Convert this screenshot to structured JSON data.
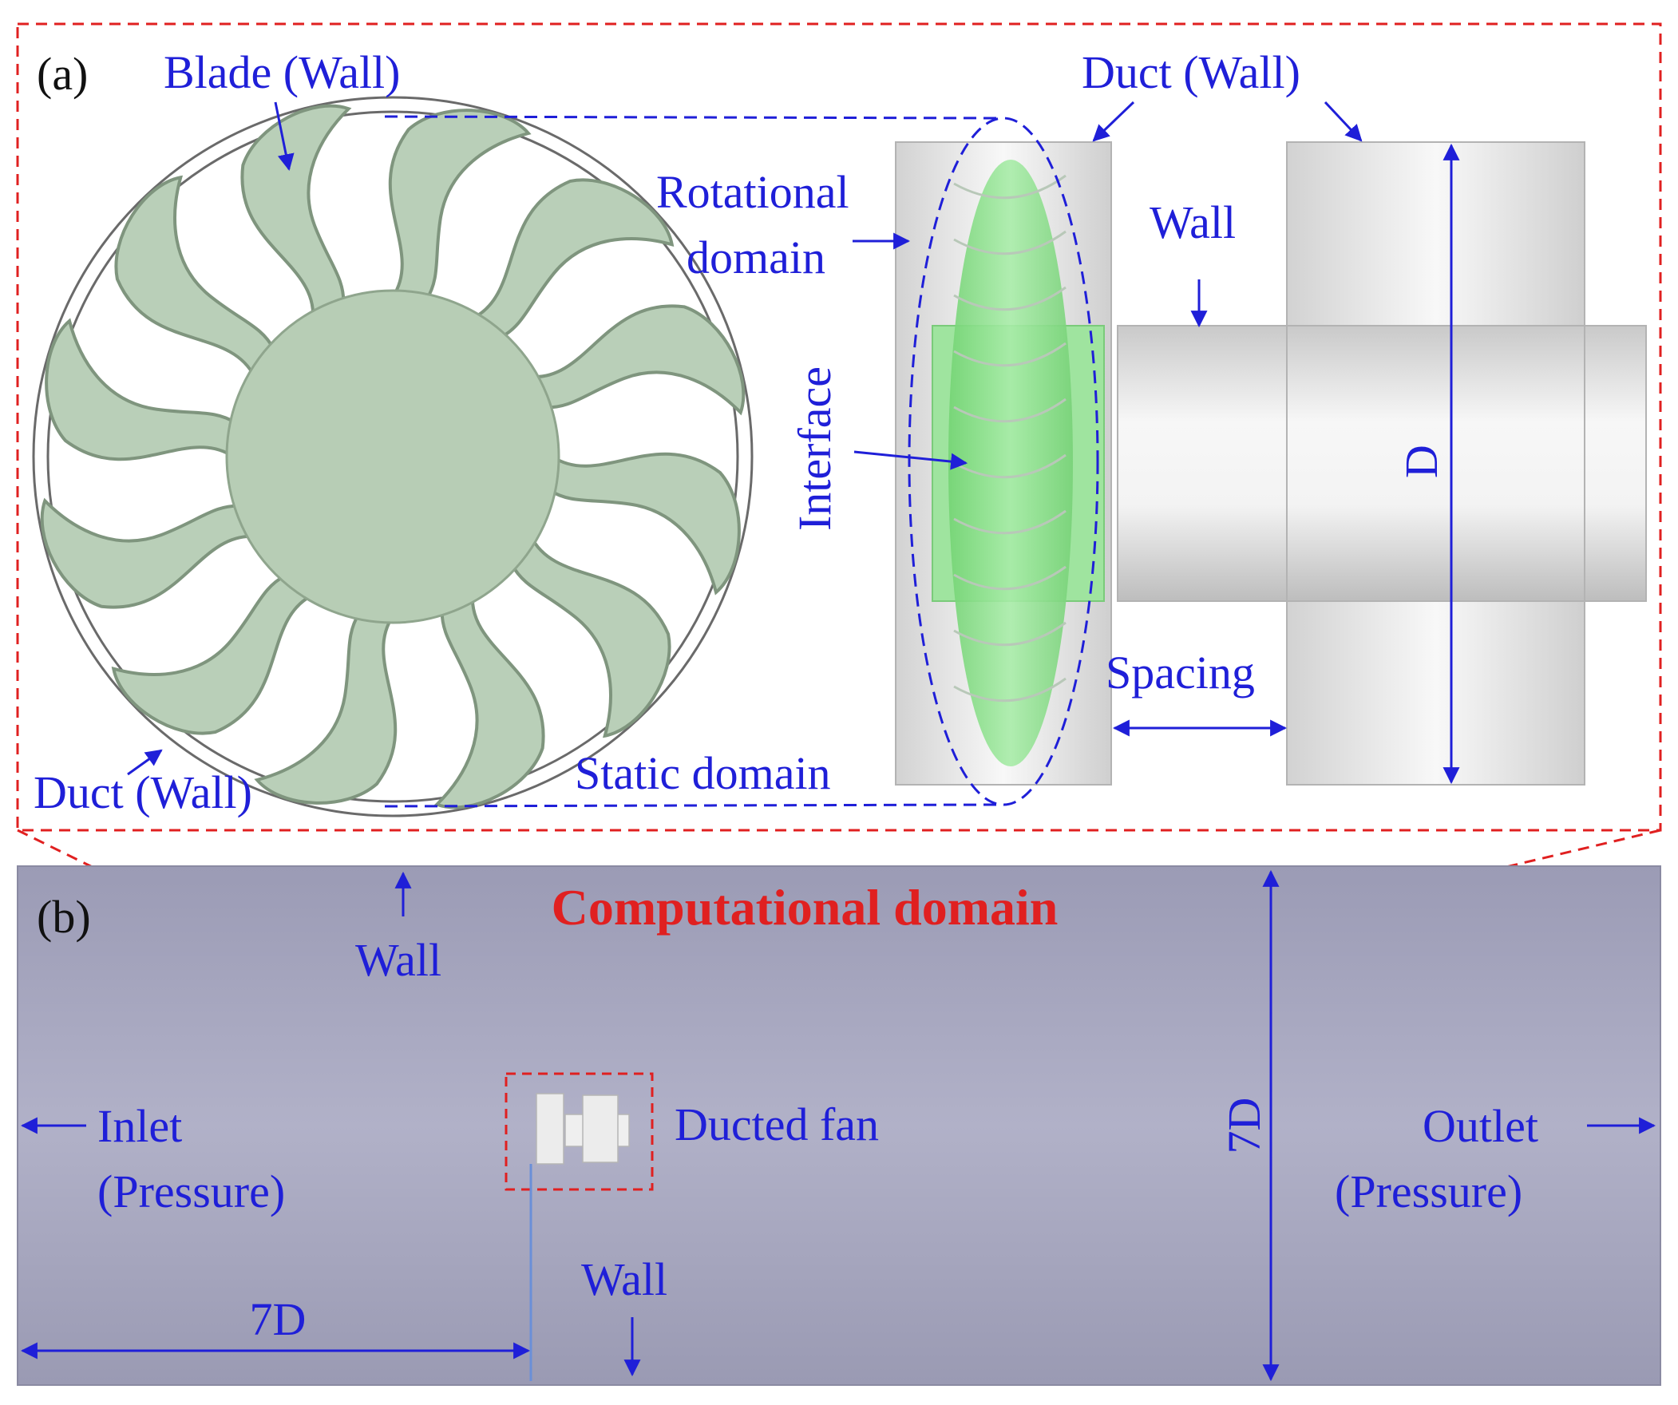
{
  "panels": {
    "a": "(a)",
    "b": "(b)"
  },
  "labels": {
    "blade_wall": "Blade (Wall)",
    "duct_wall_top": "Duct (Wall)",
    "duct_wall_left": "Duct (Wall)",
    "rotational_domain_line1": "Rotational",
    "rotational_domain_line2": "domain",
    "wall_shaft": "Wall",
    "interface": "Interface",
    "spacing": "Spacing",
    "static_domain": "Static domain",
    "diameter": "D",
    "computational_domain": "Computational domain",
    "wall_top": "Wall",
    "wall_bottom": "Wall",
    "inlet_line1": "Inlet",
    "inlet_line2": "(Pressure)",
    "outlet_line1": "Outlet",
    "outlet_line2": "(Pressure)",
    "ducted_fan": "Ducted fan",
    "height_7d": "7D",
    "length_7d": "7D"
  },
  "colors": {
    "label_blue": "#1f1fd8",
    "highlight_red": "#e02020",
    "blade_green": "#b9cfb8",
    "rotor_green": "#8ee08e",
    "domain_gray": "#a9a9c3"
  },
  "fan": {
    "blade_count": 12
  }
}
